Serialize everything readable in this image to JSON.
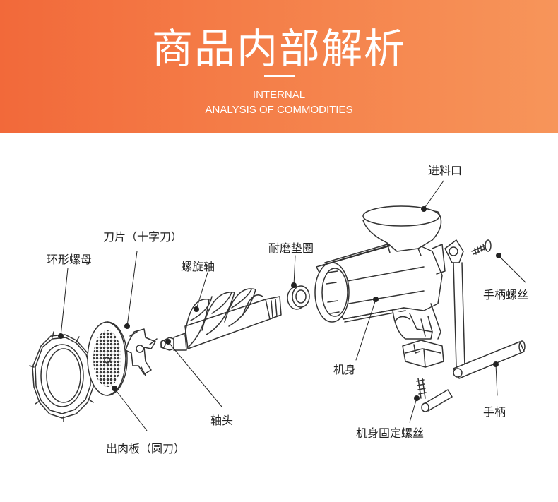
{
  "header": {
    "title": "商品内部解析",
    "subtitle_line1": "INTERNAL",
    "subtitle_line2": "ANALYSIS OF COMMODITIES"
  },
  "labels": {
    "hopper": "进料口",
    "blade": "刀片（十字刀）",
    "ring_nut": "环形螺母",
    "screw_shaft": "螺旋轴",
    "washer": "耐磨垫圈",
    "handle_screw": "手柄螺丝",
    "body": "机身",
    "shaft_head": "轴头",
    "handle": "手柄",
    "plate": "出肉板（圆刀）",
    "clamp_screw": "机身固定螺丝"
  },
  "colors": {
    "banner_start": "#f2693a",
    "banner_end": "#f7955a",
    "line": "#333333"
  }
}
